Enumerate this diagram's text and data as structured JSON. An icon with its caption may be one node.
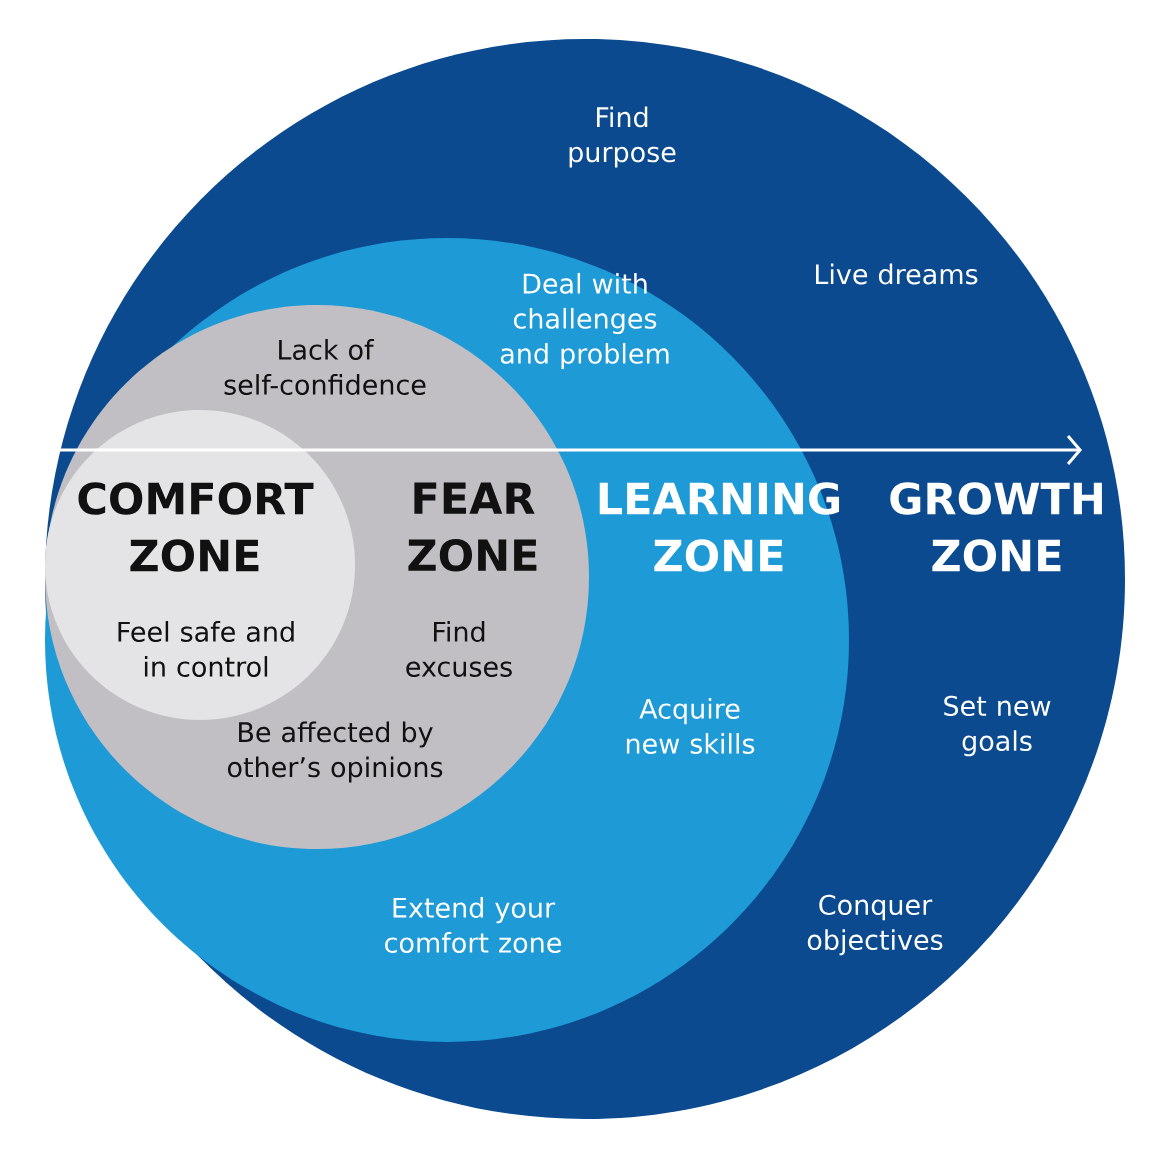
{
  "diagram": {
    "nodes": [
      {
        "text": [
          "GROWTH ZONE",
          "Find purpose",
          "Live dreams",
          "Set new goals",
          "Conquer objectives"
        ]
      },
      {
        "text": [
          "LEARNING ZONE",
          "Deal with challenges and problem",
          "Acquire new skills",
          "Extend your comfort zone"
        ],
        "in": 0
      },
      {
        "text": [
          "FEAR ZONE",
          "Lack of self-confidence",
          "Find excuses",
          "Be affected by other’s opinions"
        ],
        "in": 1
      },
      {
        "text": [
          "COMFORT ZONE",
          "Feel safe and in control"
        ],
        "in": 2
      }
    ]
  }
}
